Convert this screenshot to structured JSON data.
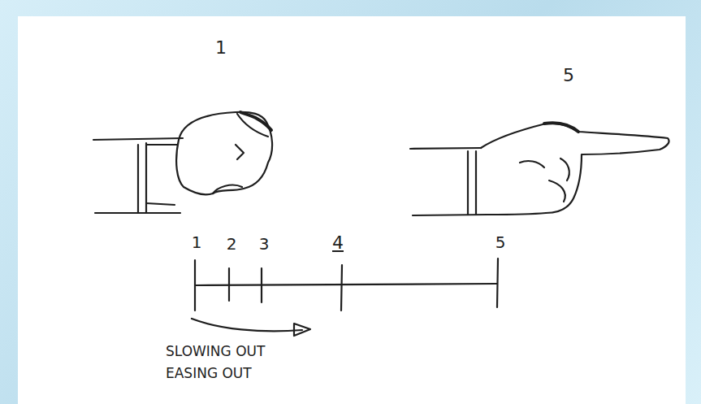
{
  "diagram": {
    "labels": [
      "1",
      "5",
      "1",
      "2",
      "3",
      "4",
      "5",
      "SLOWING OUT",
      "EASING OUT"
    ]
  }
}
